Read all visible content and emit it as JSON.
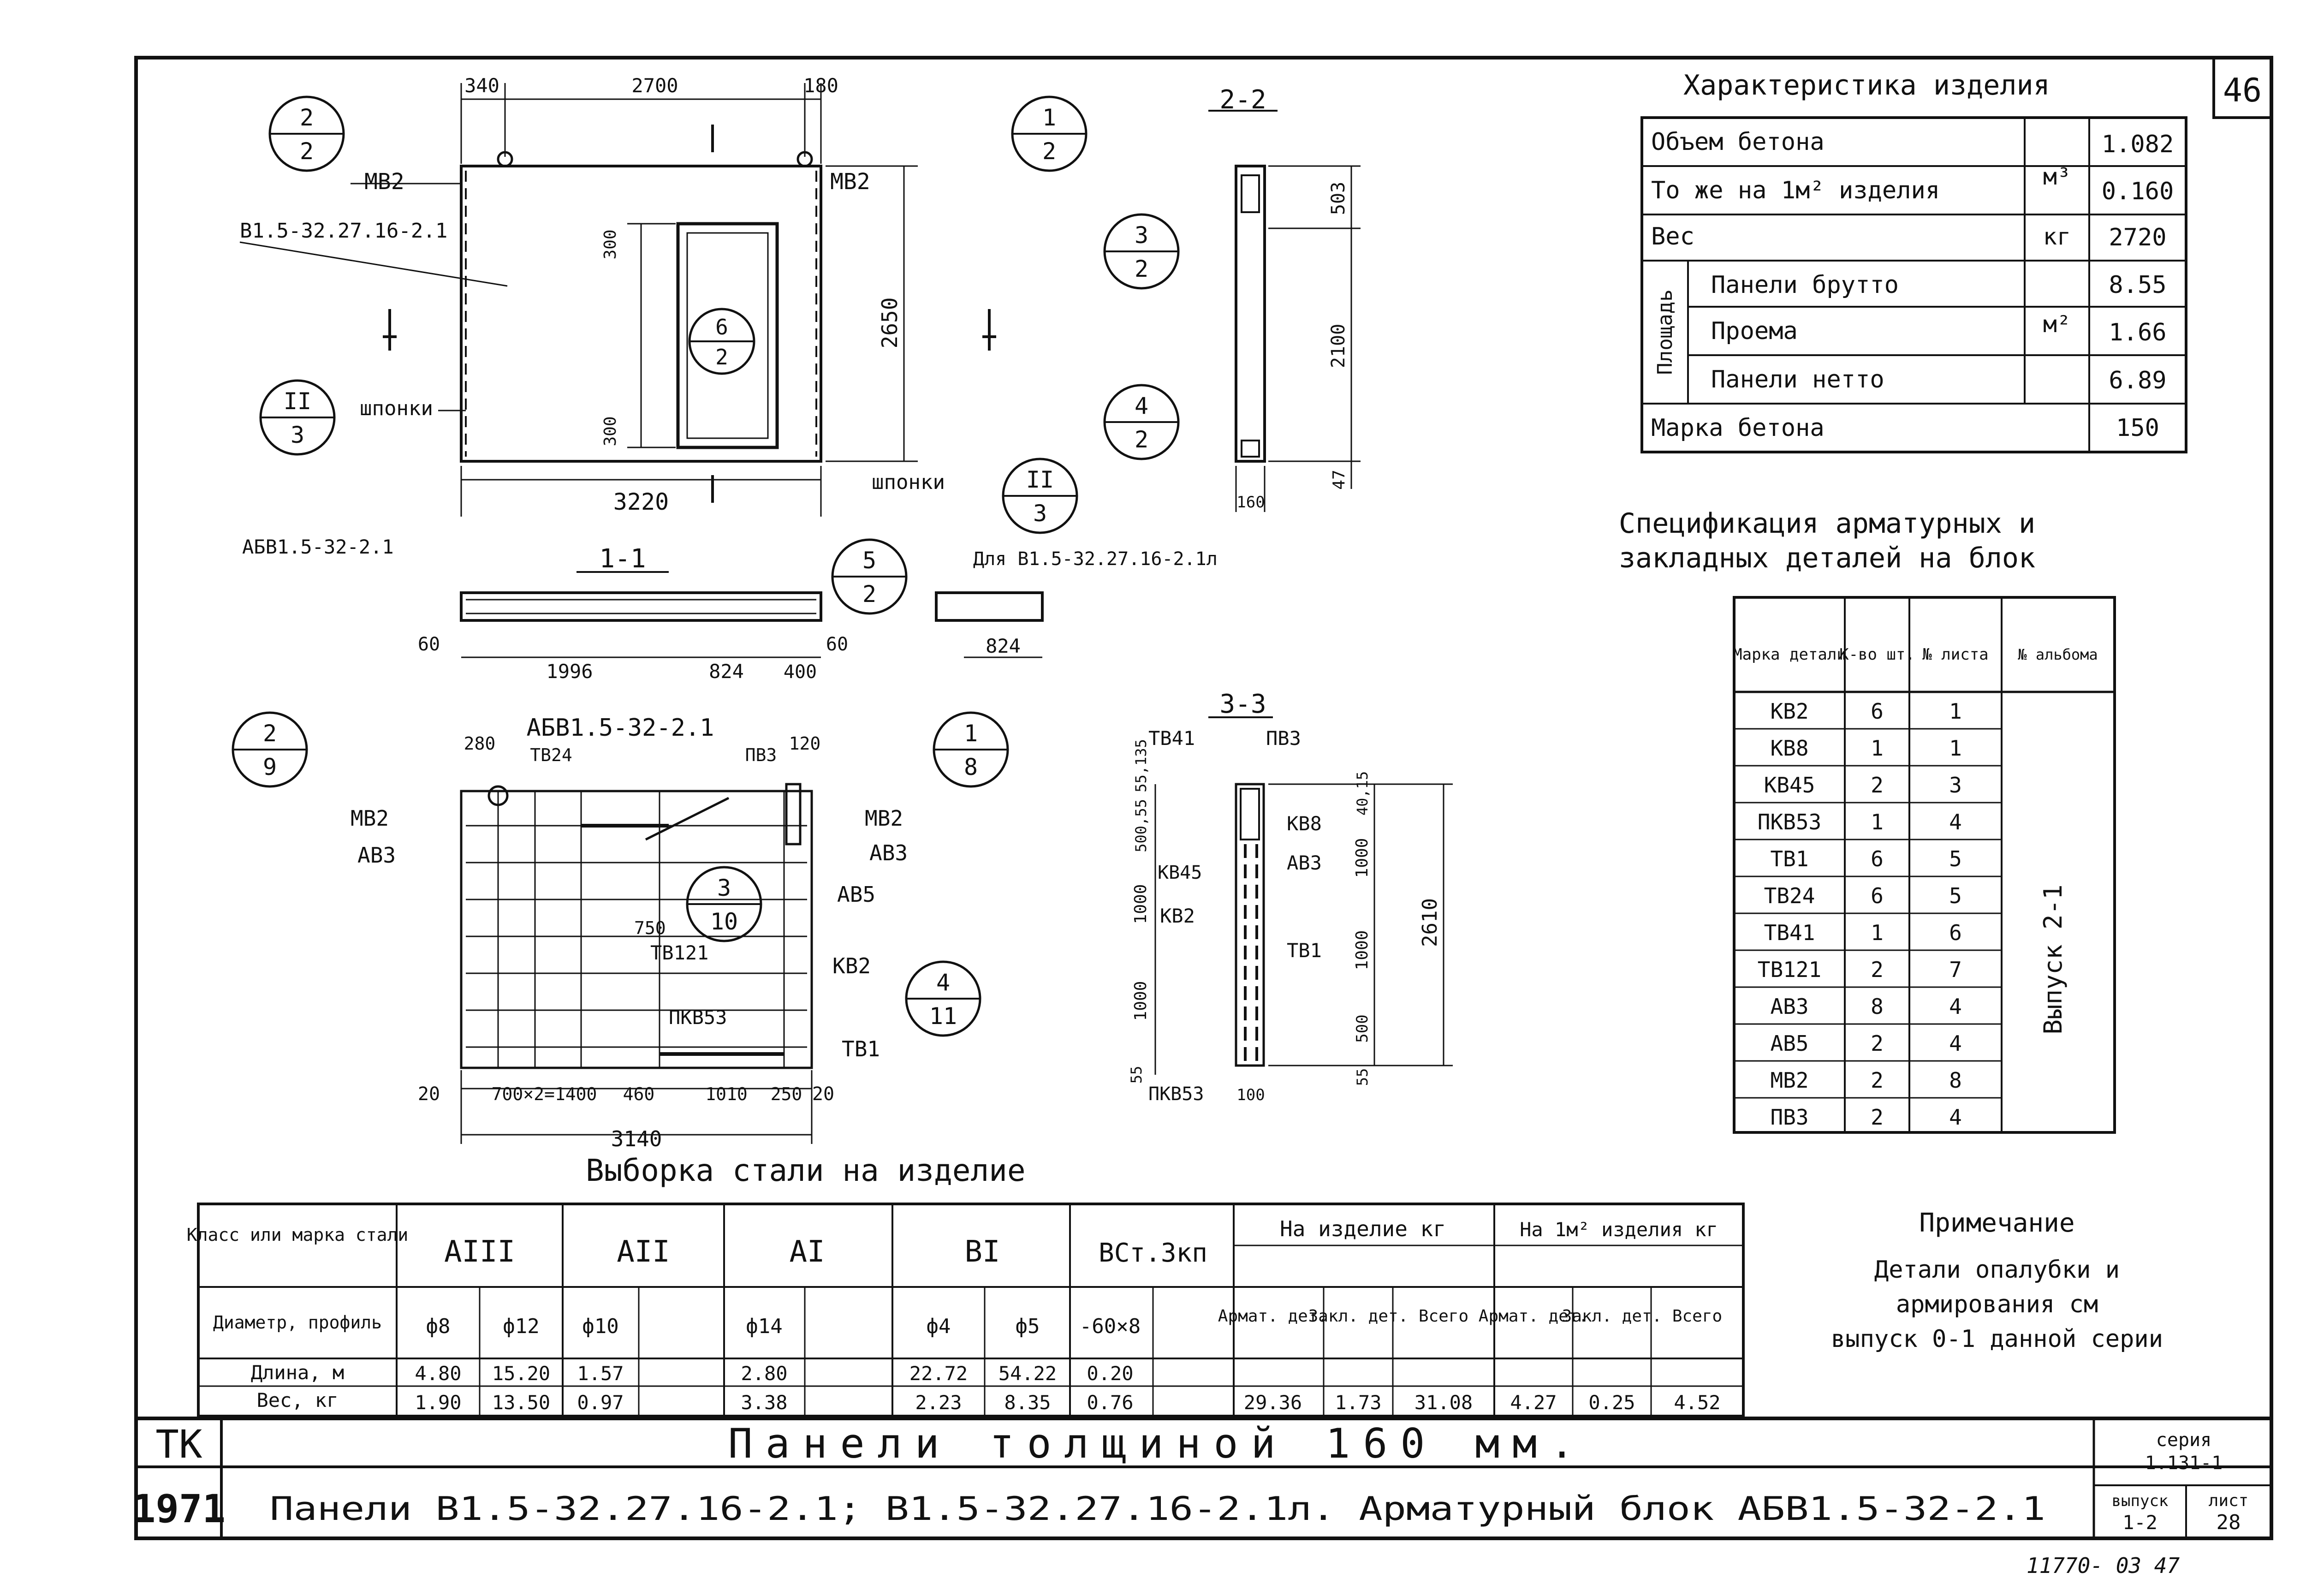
{
  "sheet": {
    "page_number": "46",
    "handwritten_number": "11770- 03 47"
  },
  "characteristics": {
    "title": "Характеристика изделия",
    "rows": [
      {
        "label": "Объем бетона",
        "unit": "м³",
        "value": "1.082"
      },
      {
        "label": "То же на 1м² изделия",
        "unit": "",
        "value": "0.160"
      },
      {
        "label": "Вес",
        "unit": "кг",
        "value": "2720"
      },
      {
        "label": "Панели брутто",
        "unit": "м²",
        "value": "8.55"
      },
      {
        "label": "Проема",
        "unit": "",
        "value": "1.66"
      },
      {
        "label": "Панели нетто",
        "unit": "",
        "value": "6.89"
      },
      {
        "label": "Марка бетона",
        "unit": "",
        "value": "150"
      }
    ],
    "area_label": "Площадь"
  },
  "specification": {
    "title_line1": "Спецификация арматурных и",
    "title_line2": "закладных деталей на блок",
    "headers": [
      "Марка детали",
      "К-во шт.",
      "№ листа",
      "№ альбома"
    ],
    "album": "Выпуск 2-1",
    "rows": [
      [
        "КВ2",
        "6",
        "1"
      ],
      [
        "КВ8",
        "1",
        "1"
      ],
      [
        "КВ45",
        "2",
        "3"
      ],
      [
        "ПКВ53",
        "1",
        "4"
      ],
      [
        "ТВ1",
        "6",
        "5"
      ],
      [
        "ТВ24",
        "6",
        "5"
      ],
      [
        "ТВ41",
        "1",
        "6"
      ],
      [
        "ТВ121",
        "2",
        "7"
      ],
      [
        "АВ3",
        "8",
        "4"
      ],
      [
        "АВ5",
        "2",
        "4"
      ],
      [
        "МВ2",
        "2",
        "8"
      ],
      [
        "ПВ3",
        "2",
        "4"
      ]
    ]
  },
  "steel": {
    "title": "Выборка стали на изделие",
    "col_class_label": "Класс или марка стали",
    "classes": [
      "АIII",
      "АII",
      "АI",
      "ВI",
      "ВСт.3кп"
    ],
    "per_item": "На изделие кг",
    "per_m2": "На 1м² изделия кг",
    "diam_label": "Диаметр, профиль",
    "diameters": [
      "ф8",
      "ф12",
      "ф10",
      "",
      "ф14",
      "",
      "ф4",
      "ф5",
      "-60×8"
    ],
    "sub_headers": [
      "Армат. дет.",
      "Закл. дет.",
      "Всего",
      "Армат. дет.",
      "Закл. дет.",
      "Всего"
    ],
    "length_label": "Длина, м",
    "weight_label": "Вес, кг",
    "lengths": [
      "4.80",
      "15.20",
      "1.57",
      "",
      "2.80",
      "",
      "22.72",
      "54.22",
      "0.20"
    ],
    "weights": [
      "1.90",
      "13.50",
      "0.97",
      "",
      "3.38",
      "",
      "2.23",
      "8.35",
      "0.76"
    ],
    "totals": [
      "29.36",
      "1.73",
      "31.08",
      "4.27",
      "0.25",
      "4.52"
    ]
  },
  "note": {
    "title": "Примечание",
    "lines": [
      "Детали опалубки и",
      "армирования см",
      "выпуск 0-1 данной серии"
    ]
  },
  "title_block": {
    "tk": "ТК",
    "year": "1971",
    "title": "Панели толщиной 160 мм.",
    "subtitle": "Панели В1.5-32.27.16-2.1; В1.5-32.27.16-2.1л. Арматурный блок АБВ1.5-32-2.1",
    "series_label": "серия",
    "series": "1.131-1",
    "issue_label": "выпуск",
    "issue": "1-2",
    "sheet_label": "лист",
    "sheet": "28"
  },
  "drawing": {
    "panel_mark": "В1.5-32.27.16-2.1",
    "mb2": "МВ2",
    "keys": "шпонки",
    "dims_top": [
      "340",
      "2700",
      "180"
    ],
    "dim_300": "300",
    "dim_2650": "2650",
    "dim_3220": "3220",
    "section_1": "1-1",
    "section_2": "2-2",
    "section_3": "3-3",
    "section_2_dims": [
      "503",
      "2100",
      "47",
      "160"
    ],
    "block_label": "АБВ1.5-32-2.1",
    "sec11_dims": [
      "60",
      "1996",
      "824",
      "400",
      "60"
    ],
    "for_variant": "Для В1.5-32.27.16-2.1л",
    "dim_824": "824",
    "cage_title": "АБВ1.5-32-2.1",
    "cage_dims_top": [
      "280",
      "ТВ24",
      "ПВ3",
      "120"
    ],
    "cage_labels": [
      "МВ2",
      "АВ3",
      "АВ5",
      "КВ2",
      "ТВ1",
      "ТВ121",
      "ПКВ53",
      "750"
    ],
    "cage_dims_bottom": [
      "20",
      "700×2=1400",
      "460",
      "1010",
      "250",
      "20"
    ],
    "dim_3140": "3140",
    "sec33_labels": [
      "ТВ41",
      "ПВ3",
      "КВ8",
      "АВ3",
      "КВ45",
      "КВ2",
      "ТВ1",
      "ПКВ53"
    ],
    "sec33_dims_left": [
      "55,135",
      "500,55",
      "1000",
      "1000",
      "55"
    ],
    "sec33_dims_right": [
      "40,15",
      "1000",
      "1000",
      "500",
      "55"
    ],
    "dim_2610": "2610",
    "dim_100": "100",
    "callouts": [
      {
        "top": "2",
        "bottom": "2"
      },
      {
        "top": "1",
        "bottom": "2"
      },
      {
        "top": "6",
        "bottom": "2"
      },
      {
        "top": "II",
        "bottom": "3"
      },
      {
        "top": "II",
        "bottom": "3"
      },
      {
        "top": "3",
        "bottom": "2"
      },
      {
        "top": "4",
        "bottom": "2"
      },
      {
        "top": "5",
        "bottom": "2"
      },
      {
        "top": "2",
        "bottom": "9"
      },
      {
        "top": "1",
        "bottom": "8"
      },
      {
        "top": "3",
        "bottom": "10"
      },
      {
        "top": "4",
        "bottom": "11"
      }
    ]
  }
}
